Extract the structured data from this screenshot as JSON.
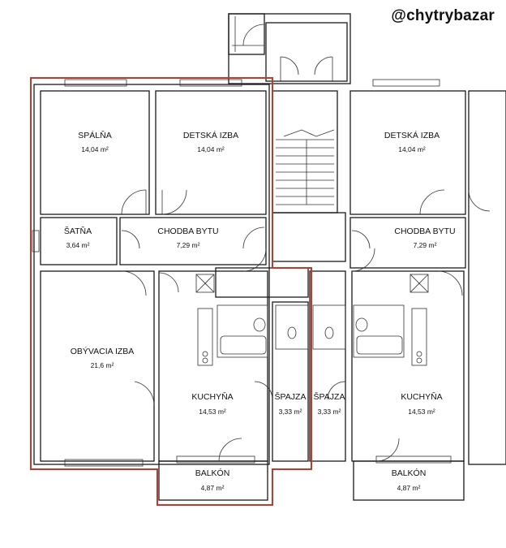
{
  "watermark": "@chytrybazar",
  "colors": {
    "highlight": "#c0392b",
    "walls": "#1a1a1a",
    "background": "#ffffff"
  },
  "rooms": {
    "spalna": {
      "name": "SPÁLŇA",
      "area": "14,04 m²"
    },
    "detska_left": {
      "name": "DETSKÁ IZBA",
      "area": "14,04 m²"
    },
    "satna": {
      "name": "ŠATŇA",
      "area": "3,64 m²"
    },
    "chodba_left": {
      "name": "CHODBA BYTU",
      "area": "7,29 m²"
    },
    "obyvacia": {
      "name": "OBÝVACIA IZBA",
      "area": "21,6 m²"
    },
    "kuchyna_left": {
      "name": "KUCHYŇA",
      "area": "14,53 m²"
    },
    "spajza_left": {
      "name": "ŠPAJZA",
      "area": "3,33 m²"
    },
    "spajza_right": {
      "name": "ŠPAJZA",
      "area": "3,33 m²"
    },
    "kuchyna_right": {
      "name": "KUCHYŇA",
      "area": "14,53 m²"
    },
    "balkon_left": {
      "name": "BALKÓN",
      "area": "4,87 m²"
    },
    "balkon_right": {
      "name": "BALKÓN",
      "area": "4,87 m²"
    },
    "detska_right": {
      "name": "DETSKÁ IZBA",
      "area": "14,04 m²"
    },
    "chodba_right": {
      "name": "CHODBA BYTU",
      "area": "7,29 m²"
    }
  }
}
